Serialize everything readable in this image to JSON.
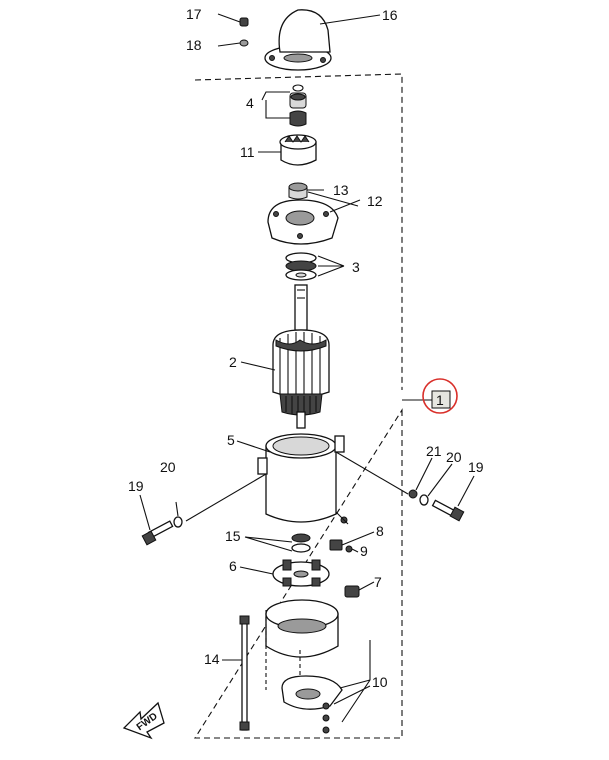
{
  "labels": {
    "p1": "1",
    "p2": "2",
    "p3": "3",
    "p4": "4",
    "p5": "5",
    "p6": "6",
    "p7": "7",
    "p8": "8",
    "p9": "9",
    "p10": "10",
    "p11": "11",
    "p12": "12",
    "p13": "13",
    "p14": "14",
    "p15": "15",
    "p16": "16",
    "p17": "17",
    "p18": "18",
    "p19a": "19",
    "p19b": "19",
    "p20a": "20",
    "p20b": "20",
    "p21": "21"
  },
  "fwd_label": "FWD",
  "colors": {
    "highlight": "#d9302b",
    "line": "#111111",
    "tag_fill": "#e6e6e0"
  }
}
